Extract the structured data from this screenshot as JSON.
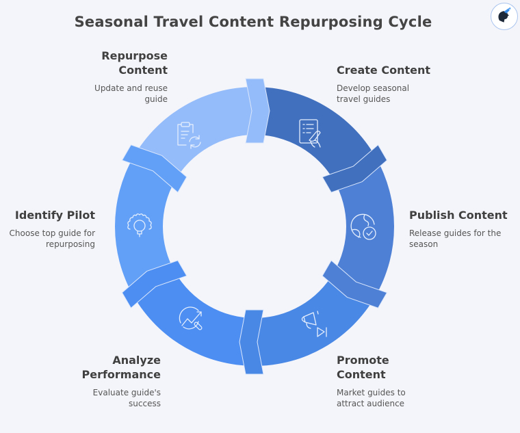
{
  "title": "Seasonal Travel Content Repurposing Cycle",
  "logo": {
    "icon": "brand-head-icon"
  },
  "stages": [
    {
      "id": "create",
      "title": "Create Content",
      "description": "Develop seasonal travel guides",
      "icon": "document-pen-icon",
      "color": "#4170bf"
    },
    {
      "id": "publish",
      "title": "Publish Content",
      "description": "Release guides for the season",
      "icon": "globe-check-icon",
      "color": "#4e80d6"
    },
    {
      "id": "promote",
      "title": "Promote Content",
      "description": "Market guides to attract audience",
      "icon": "megaphone-play-icon",
      "color": "#4a88e6"
    },
    {
      "id": "analyze",
      "title": "Analyze Performance",
      "description": "Evaluate guide's success",
      "icon": "chart-magnifier-icon",
      "color": "#4d8ef2"
    },
    {
      "id": "identify",
      "title": "Identify Pilot",
      "description": "Choose top guide for repurposing",
      "icon": "gear-lightbulb-icon",
      "color": "#62a0f7"
    },
    {
      "id": "repurpose",
      "title": "Repurpose Content",
      "description": "Update and reuse guide",
      "icon": "clipboard-refresh-icon",
      "color": "#94bbfa"
    }
  ],
  "labels": {
    "create_title": "Create Content",
    "create_desc_1": "Develop seasonal",
    "create_desc_2": "travel guides",
    "publish_title": "Publish Content",
    "publish_desc_1": "Release guides for the",
    "publish_desc_2": "season",
    "promote_title_1": "Promote",
    "promote_title_2": "Content",
    "promote_desc_1": "Market guides to",
    "promote_desc_2": "attract audience",
    "analyze_title_1": "Analyze",
    "analyze_title_2": "Performance",
    "analyze_desc_1": "Evaluate guide's",
    "analyze_desc_2": "success",
    "identify_title": "Identify Pilot",
    "identify_desc_1": "Choose top guide for",
    "identify_desc_2": "repurposing",
    "repurpose_title_1": "Repurpose",
    "repurpose_title_2": "Content",
    "repurpose_desc_1": "Update and reuse",
    "repurpose_desc_2": "guide"
  }
}
